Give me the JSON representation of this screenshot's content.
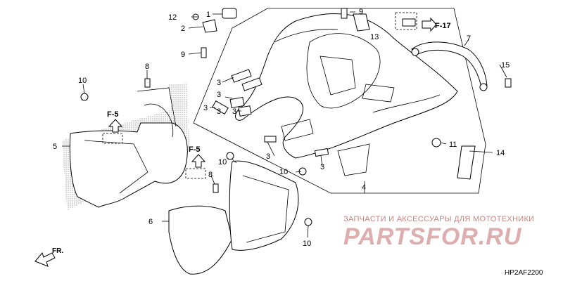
{
  "diagram": {
    "code": "HP2AF2200",
    "orientation_label": "FR.",
    "section_refs": [
      "F-17",
      "F-5",
      "F-5"
    ],
    "callouts": {
      "c1": "1",
      "c2": "2",
      "c3a": "3",
      "c3b": "3",
      "c3c": "3",
      "c3d": "3",
      "c3e": "3",
      "c3f": "3",
      "c3g": "3",
      "c4": "4",
      "c5": "5",
      "c6": "6",
      "c7": "7",
      "c8a": "8",
      "c8b": "8",
      "c9a": "9",
      "c9b": "9",
      "c10a": "10",
      "c10b": "10",
      "c10c": "10",
      "c10d": "10",
      "c11": "11",
      "c12": "12",
      "c13": "13",
      "c14": "14",
      "c15": "15"
    }
  },
  "watermark": {
    "subtitle": "ЗАПЧАСТИ И АКСЕССУАРЫ ДЛЯ МОТОТЕХНИКИ",
    "logo": "PARTSFOR.RU"
  }
}
